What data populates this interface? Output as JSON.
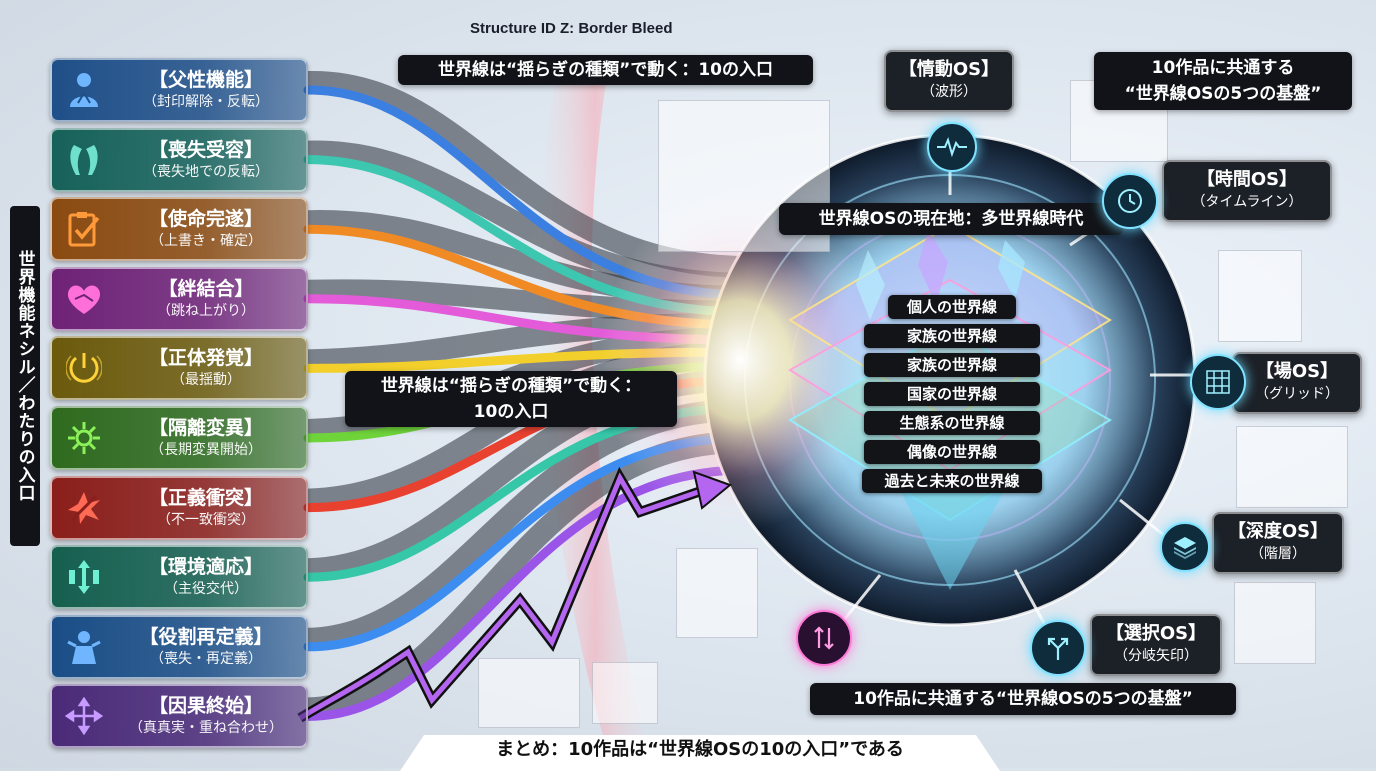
{
  "header": {
    "structure_title": "Structure ID Z: Border Bleed",
    "subtitle_top": "世界線は“揺らぎの種類”で動く：10の入口"
  },
  "vertical_label": "世界機能ネシル／わたりの入口",
  "left_cards": [
    {
      "title": "【父性機能】",
      "sub": "（封印解除・反転）",
      "icon": "father-figure-icon",
      "color": "#1f4f88"
    },
    {
      "title": "【喪失受容】",
      "sub": "（喪失地での反転）",
      "icon": "grieving-figures-icon",
      "color": "#16615a"
    },
    {
      "title": "【使命完遂】",
      "sub": "（上書き・確定）",
      "icon": "clipboard-check-icon",
      "color": "#8a4a10"
    },
    {
      "title": "【絆結合】",
      "sub": "（跳ね上がり）",
      "icon": "heart-handshake-icon",
      "color": "#6e2276"
    },
    {
      "title": "【正体発覚】",
      "sub": "（最揺動）",
      "icon": "power-reveal-icon",
      "color": "#6b5a0c"
    },
    {
      "title": "【隔離変異】",
      "sub": "（長期変異開始）",
      "icon": "virus-burst-icon",
      "color": "#2e6a1e"
    },
    {
      "title": "【正義衝突】",
      "sub": "（不一致衝突）",
      "icon": "clash-burst-icon",
      "color": "#8a1e1a"
    },
    {
      "title": "【環境適応】",
      "sub": "（主役交代）",
      "icon": "adapt-arrows-icon",
      "color": "#155f4f"
    },
    {
      "title": "【役割再定義】",
      "sub": "（喪失・再定義）",
      "icon": "role-figure-icon",
      "color": "#1a4d86"
    },
    {
      "title": "【因果終始】",
      "sub": "（真真実・重ね合わせ）",
      "icon": "cross-arrows-icon",
      "color": "#4a2a78"
    }
  ],
  "center_label": {
    "line1": "世界線は“揺らぎの種類”で動く：",
    "line2": "10の入口"
  },
  "core": {
    "title": "世界線OSの現在地：多世界線時代",
    "layers": [
      "個人の世界線",
      "家族の世界線",
      "家族の世界線",
      "国家の世界線",
      "生態系の世界線",
      "偶像の世界線",
      "過去と未来の世界線"
    ]
  },
  "top_right_title": {
    "line1": "10作品に共通する",
    "line2": "“世界線OSの5つの基盤”"
  },
  "os_items": [
    {
      "title": "【情動OS】",
      "sub": "（波形）",
      "icon": "waveform-icon"
    },
    {
      "title": "【時間OS】",
      "sub": "（タイムライン）",
      "icon": "clock-icon"
    },
    {
      "title": "【場OS】",
      "sub": "（グリッド）",
      "icon": "grid-icon"
    },
    {
      "title": "【深度OS】",
      "sub": "（階層）",
      "icon": "layers-icon"
    },
    {
      "title": "【選択OS】",
      "sub": "（分岐矢印）",
      "icon": "branch-arrow-icon"
    }
  ],
  "bottom_caption": "10作品に共通する“世界線OSの5つの基盤”",
  "footer": "まとめ：10作品は“世界線OSの10の入口”である",
  "flow_colors": [
    "#3b7fe0",
    "#3ec7b0",
    "#f08a24",
    "#e35bd8",
    "#f2cf2a",
    "#6fd33a",
    "#e8412f",
    "#36c6a8",
    "#3d8df0",
    "#9a55e8"
  ]
}
